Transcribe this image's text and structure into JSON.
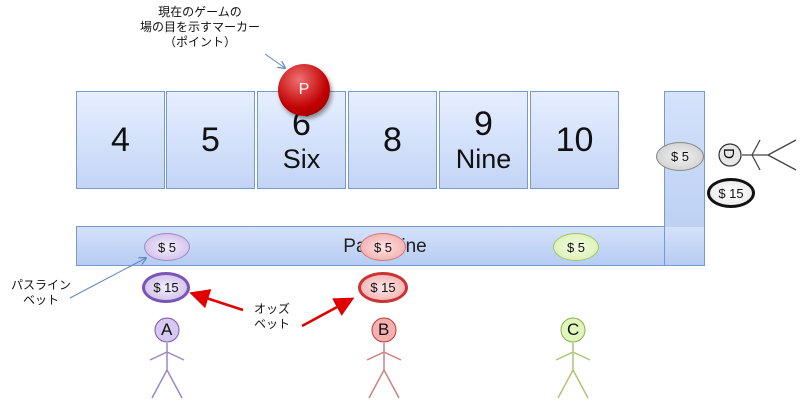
{
  "annotations": {
    "puck_note_line1": "現在のゲームの",
    "puck_note_line2": "場の目を示すマーカー",
    "puck_note_line3": "（ポイント）",
    "pass_line_bet_line1": "パスライン",
    "pass_line_bet_line2": "ベット",
    "odds_bet_line1": "オッズ",
    "odds_bet_line2": "ベット"
  },
  "point_boxes": [
    {
      "number": "4",
      "word": ""
    },
    {
      "number": "5",
      "word": ""
    },
    {
      "number": "6",
      "word": "Six"
    },
    {
      "number": "8",
      "word": ""
    },
    {
      "number": "9",
      "word": "Nine"
    },
    {
      "number": "10",
      "word": ""
    }
  ],
  "puck": {
    "label": "P"
  },
  "pass_line": {
    "label": "Pass Line"
  },
  "chips": {
    "a_pass": "$ 5",
    "b_pass": "$ 5",
    "c_pass": "$ 5",
    "a_odds": "$ 15",
    "b_odds": "$ 15",
    "d_pass": "$ 5",
    "d_odds": "$ 15"
  },
  "players": {
    "a": "A",
    "b": "B",
    "c": "C",
    "d": "D"
  },
  "colors": {
    "player_a": "#c9b6e8",
    "player_b": "#f7a8a8",
    "player_c": "#d8f2a8",
    "player_d": "#d0d0d0",
    "puck": "#c00000",
    "arrow": "#e00000"
  }
}
